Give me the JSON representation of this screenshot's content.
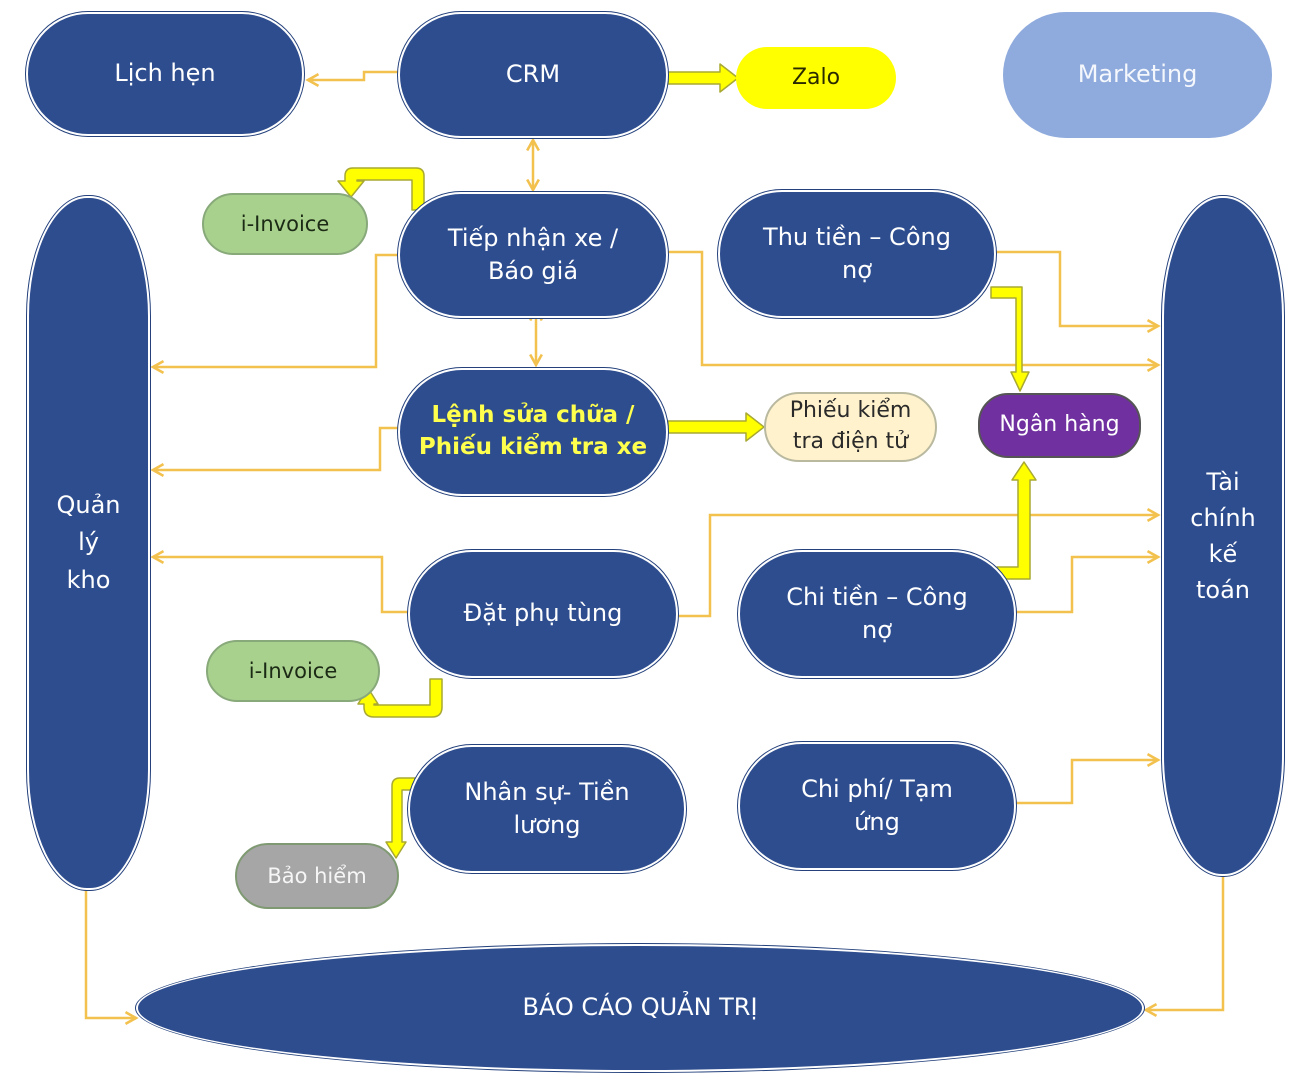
{
  "nodes": {
    "lich_hen": "Lịch hẹn",
    "crm": "CRM",
    "zalo": "Zalo",
    "marketing": "Marketing",
    "i_invoice_top": "i-Invoice",
    "tiep_nhan": "Tiếp nhận xe /\nBáo giá",
    "thu_tien": "Thu tiền – Công\nnợ",
    "quan_ly_kho": "Quản\nlý\nkho",
    "tai_chinh": "Tài\nchính\nkế\ntoán",
    "lenh_sua_chua": "Lệnh sửa chữa /\nPhiếu kiểm tra xe",
    "phieu_kiem": "Phiếu kiểm\ntra điện tử",
    "ngan_hang": "Ngân hàng",
    "dat_phu_tung": "Đặt phụ tùng",
    "chi_tien": "Chi tiền – Công\nnợ",
    "i_invoice_bottom": "i-Invoice",
    "nhan_su": "Nhân sự- Tiền\nlương",
    "chi_phi": "Chi phí/ Tạm\nứng",
    "bao_hiem": "Bảo hiểm",
    "bao_cao": "BÁO CÁO QUẢN TRỊ"
  },
  "colors": {
    "navy": "#2e4d8f",
    "pale_blue": "#8faadc",
    "green": "#a9d18e",
    "yellow": "#ffff00",
    "cream": "#fff2cc",
    "purple": "#7030a0",
    "grey": "#a6a6a6",
    "connector": "#f2c14e",
    "block_arrow": "#ffff00"
  }
}
